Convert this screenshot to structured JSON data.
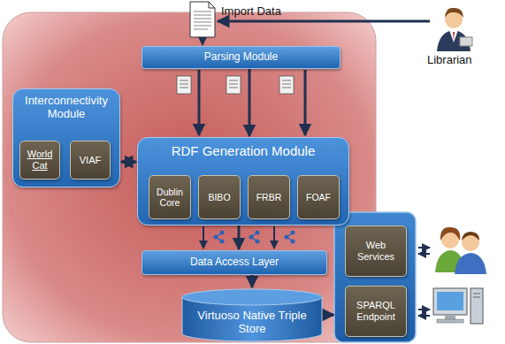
{
  "diagram": {
    "nodes": [
      {
        "text": [
          "Parsing Module"
        ]
      },
      {
        "text": [
          "Interconnectivity Module"
        ]
      },
      {
        "text": [
          "World Cat"
        ],
        "in": 1
      },
      {
        "text": [
          "VIAF"
        ],
        "in": 1
      },
      {
        "text": [
          "RDF Generation Module"
        ]
      },
      {
        "text": [
          "Dublin Core"
        ],
        "in": 4
      },
      {
        "text": [
          "BIBO"
        ],
        "in": 4
      },
      {
        "text": [
          "FRBR"
        ],
        "in": 4
      },
      {
        "text": [
          "FOAF"
        ],
        "in": 4
      },
      {
        "text": [
          "Data Access Layer"
        ]
      },
      {
        "text": [
          "Virtuoso Native Triple Store"
        ]
      },
      {
        "text": [
          "Web Services"
        ]
      },
      {
        "text": [
          "SPARQL Endpoint"
        ]
      }
    ],
    "edges": [
      {
        "from": 0,
        "to": 4,
        "arrow": "to"
      },
      {
        "from": 1,
        "to": 4,
        "arrow": "both"
      },
      {
        "from": 4,
        "to": 9,
        "arrow": "to"
      },
      {
        "from": 9,
        "to": 10,
        "arrow": "to"
      }
    ],
    "labels": [
      "Import Data",
      "Librarian"
    ]
  }
}
